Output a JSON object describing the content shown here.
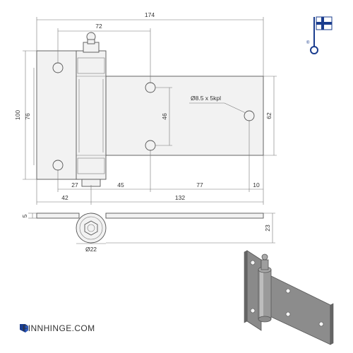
{
  "dimensions": {
    "overall_width": "174",
    "pin_to_right": "72",
    "leaf_height": "100",
    "left_hole_spacing": "76",
    "right_hole_spacing": "46",
    "right_leaf_height": "62",
    "hole_spec": "Ø8.5 x 5kpl",
    "seg_27": "27",
    "seg_45": "45",
    "seg_77": "77",
    "seg_10": "10",
    "left_leaf_width": "42",
    "right_leaf_width": "132",
    "thickness": "5",
    "depth": "23",
    "barrel_diameter": "Ø22"
  },
  "brand": {
    "name": "FINNHINGE.COM",
    "mark": "®"
  },
  "colors": {
    "flag_blue": "#1a3c8e",
    "line": "#555555",
    "metal": "#7d7d7d"
  }
}
